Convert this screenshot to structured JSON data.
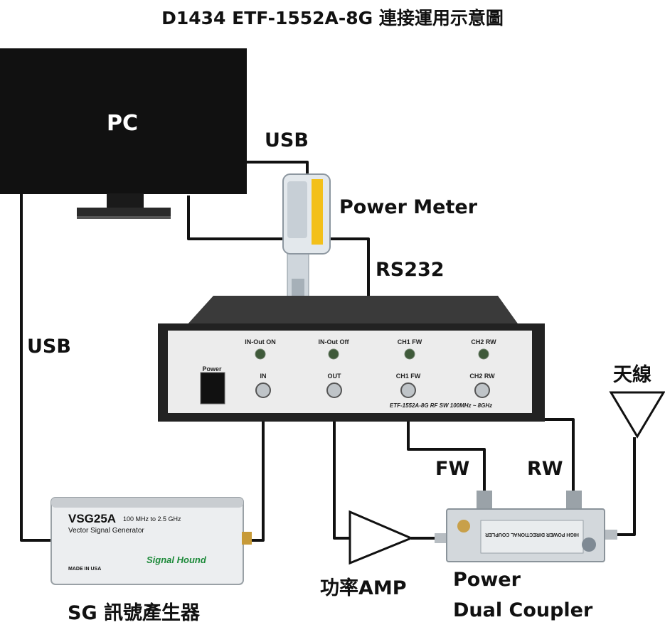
{
  "title": "D1434 ETF-1552A-8G 連接運用示意圖",
  "pc": {
    "label": "PC"
  },
  "usb_top": "USB",
  "usb_left": "USB",
  "power_meter": "Power Meter",
  "rs232": "RS232",
  "switch_box": {
    "leds": [
      "IN-Out ON",
      "IN-Out Off",
      "CH1 FW",
      "CH2 RW"
    ],
    "ports": [
      "IN",
      "OUT",
      "CH1 FW",
      "CH2 RW"
    ],
    "power_label": "Power",
    "model_text": "ETF-1552A-8G RF SW 100MHz ~ 8GHz"
  },
  "fw": "FW",
  "rw": "RW",
  "antenna": "天線",
  "amp": "功率AMP",
  "coupler": {
    "line1": "Power",
    "line2": "Dual Coupler",
    "plate_text": "HIGH POWER DIRECTIONAL COUPLER"
  },
  "sg": {
    "caption": "SG 訊號產生器",
    "model": "VSG25A",
    "range": "100 MHz to 2.5 GHz",
    "subtitle": "Vector Signal Generator",
    "brand": "Signal Hound",
    "made": "MADE IN USA"
  }
}
